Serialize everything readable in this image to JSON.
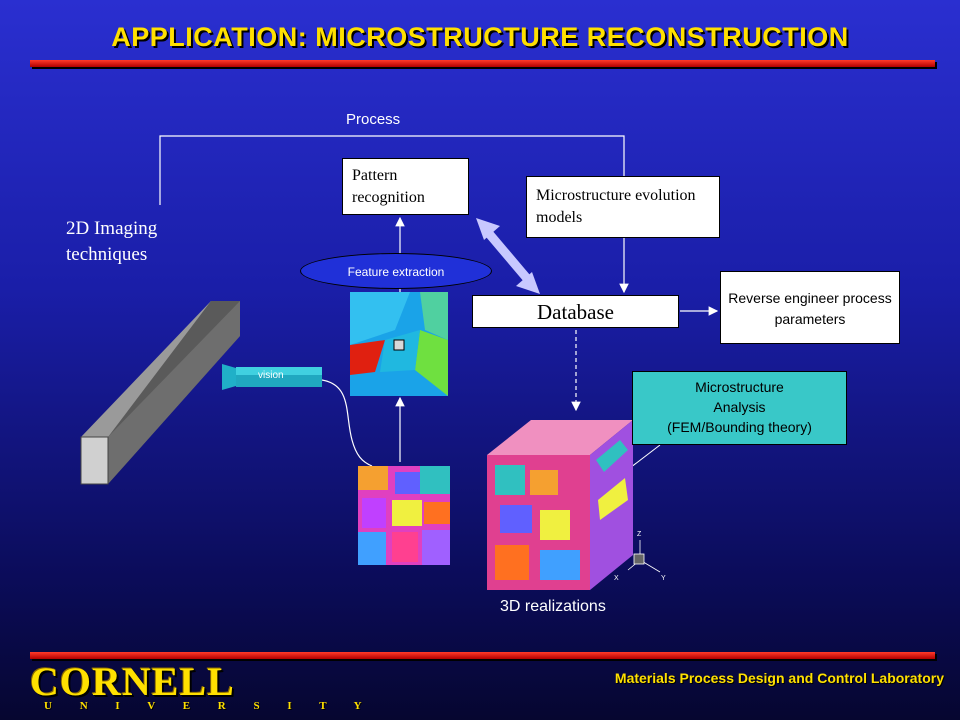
{
  "title": "APPLICATION: MICROSTRUCTURE RECONSTRUCTION",
  "labels": {
    "process": "Process",
    "imaging": "2D Imaging techniques",
    "pattern": "Pattern recognition",
    "micro_models": "Microstructure evolution models",
    "feature": "Feature extraction",
    "database": "Database",
    "reverse": "Reverse engineer process parameters",
    "analysis_l1": "Microstructure",
    "analysis_l2": "Analysis",
    "analysis_l3": "(FEM/Bounding theory)",
    "vision": "vision",
    "realizations": "3D realizations",
    "axis_z": "Z",
    "axis_x": "X",
    "axis_y": "Y"
  },
  "footer": {
    "lab": "Materials Process Design and Control Laboratory",
    "logo_name": "CORNELL",
    "logo_sub": "U N I V E R S I T Y"
  },
  "colors": {
    "title": "#ffe000",
    "bar": "#e01010",
    "analysis_box": "#39c8c8",
    "background": "#1a1ea8"
  }
}
